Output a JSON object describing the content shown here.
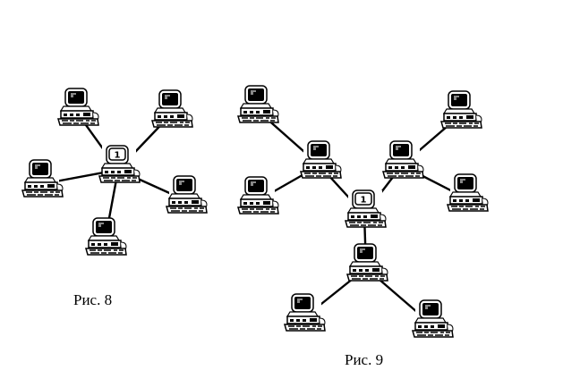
{
  "figures": [
    {
      "id": "fig8",
      "caption": "Рис. 8",
      "topology": "star",
      "hub_label": "1",
      "nodes": [
        {
          "id": "hub",
          "type": "server",
          "label": "1"
        },
        {
          "id": "n1",
          "type": "workstation"
        },
        {
          "id": "n2",
          "type": "workstation"
        },
        {
          "id": "n3",
          "type": "workstation"
        },
        {
          "id": "n4",
          "type": "workstation"
        },
        {
          "id": "n5",
          "type": "workstation"
        }
      ],
      "links": [
        [
          "hub",
          "n1"
        ],
        [
          "hub",
          "n2"
        ],
        [
          "hub",
          "n3"
        ],
        [
          "hub",
          "n4"
        ],
        [
          "hub",
          "n5"
        ]
      ]
    },
    {
      "id": "fig9",
      "caption": "Рис. 9",
      "topology": "tree",
      "hub_label": "1",
      "nodes": [
        {
          "id": "hub",
          "type": "server",
          "label": "1"
        },
        {
          "id": "a",
          "type": "workstation"
        },
        {
          "id": "a1",
          "type": "workstation"
        },
        {
          "id": "a2",
          "type": "workstation"
        },
        {
          "id": "b",
          "type": "workstation"
        },
        {
          "id": "b1",
          "type": "workstation"
        },
        {
          "id": "b2",
          "type": "workstation"
        },
        {
          "id": "c",
          "type": "workstation"
        },
        {
          "id": "c1",
          "type": "workstation"
        },
        {
          "id": "c2",
          "type": "workstation"
        }
      ],
      "links": [
        [
          "hub",
          "a"
        ],
        [
          "a",
          "a1"
        ],
        [
          "a",
          "a2"
        ],
        [
          "hub",
          "b"
        ],
        [
          "b",
          "b1"
        ],
        [
          "b",
          "b2"
        ],
        [
          "hub",
          "c"
        ],
        [
          "c",
          "c1"
        ],
        [
          "c",
          "c2"
        ]
      ]
    }
  ]
}
